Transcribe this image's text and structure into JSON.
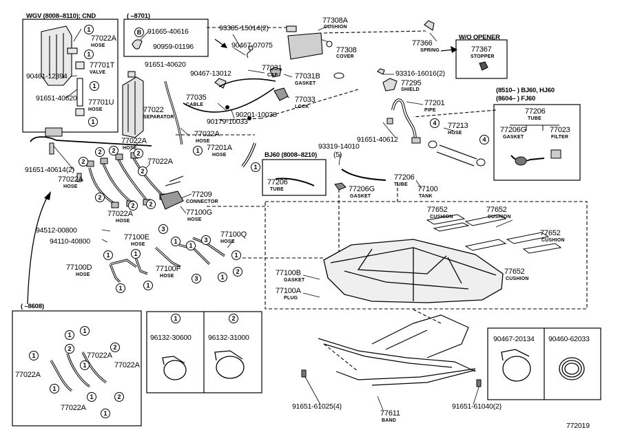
{
  "diagram_id": "772019",
  "labels": {
    "wgv_header": "WGV (8008–8110); CND",
    "top_paren": "(        –8701)",
    "b_code": "91665-40616",
    "p_90959": "90959-01196",
    "p_91651_40620a": "91651-40620",
    "p_93385": "93385-15014(2)",
    "p_90467_07075": "90467-07075",
    "p_77308A": "77308A",
    "p_77308A_sub": "CUSHION",
    "p_77308": "77308",
    "p_77308_sub": "COVER",
    "p_77366": "77366",
    "p_77366_sub": "SPRING",
    "wo_opener": "W/O OPENER",
    "p_77367": "77367",
    "p_77367_sub": "STOPPER",
    "p_77022A_1": "77022A",
    "p_77022A_1_sub": "HOSE",
    "p_90461": "90461-12894",
    "p_77701T": "77701T",
    "p_77701T_sub": "VALVE",
    "p_91651_40620b": "91651-40620",
    "p_77701U": "77701U",
    "p_77701U_sub": "HOSE",
    "p_90467_13012": "90467-13012",
    "p_77031": "77031",
    "p_77031_sub": "CAP",
    "p_77031B": "77031B",
    "p_77031B_sub": "GASKET",
    "p_93316": "93316-16016(2)",
    "p_77295": "77295",
    "p_77295_sub": "SHIELD",
    "p_77035": "77035",
    "p_77035_sub": "CABLE",
    "p_77033": "77033",
    "p_77033_sub": "LOCK",
    "p_90201": "90201-10038",
    "p_90179": "90179-10033",
    "p_77022": "77022",
    "p_77022_sub": "SEPARATOR",
    "p_77201": "77201",
    "p_77201_sub": "PIPE",
    "p_77213": "77213",
    "p_77213_sub": "HOSE",
    "p_91651_40612": "91651-40612",
    "bj60_hdr1": "(8510–     ) BJ60, HJ60",
    "bj60_hdr2": "(8604–     ) FJ60",
    "p_77206_r": "77206",
    "p_77206_r_sub": "TUBE",
    "p_77206G_r": "77206G",
    "p_77206G_r_sub": "GASKET",
    "p_77023": "77023",
    "p_77023_sub": "FILTER",
    "p_77022A_2": "77022A",
    "p_77022A_2_sub": "HOSE",
    "p_77022A_3": "77022A",
    "p_77022A_3_sub": "HOSE",
    "p_77201A": "77201A",
    "p_77201A_sub": "HOSE",
    "p_93319": "93319-14010",
    "p_93319_q": "(5)",
    "p_77022A_4": "77022A",
    "p_91651_40614": "91651-40614(2)",
    "p_77022A_5": "77022A",
    "p_77022A_5_sub": "HOSE",
    "bj60_box_hdr": "BJ60 (8008–8210)",
    "p_77206_b": "77206",
    "p_77206_b_sub": "TUBE",
    "p_77206G_b": "77206G",
    "p_77206G_b_sub": "GASKET",
    "p_77206_m": "77206",
    "p_77206_m_sub": "TUBE",
    "p_77100": "77100",
    "p_77100_sub": "TANK",
    "p_77209": "77209",
    "p_77209_sub": "CONNECTOR",
    "p_77100G": "77100G",
    "p_77100G_sub": "HOSE",
    "p_77022A_6": "77022A",
    "p_77022A_6_sub": "HOSE",
    "p_94512": "94512-00800",
    "p_94110": "94110-40800",
    "p_77100E": "77100E",
    "p_77100E_sub": "HOSE",
    "p_77100Q": "77100Q",
    "p_77100Q_sub": "HOSE",
    "p_77100D": "77100D",
    "p_77100D_sub": "HOSE",
    "p_77100F": "77100F",
    "p_77100F_sub": "HOSE",
    "p_77652_1": "77652",
    "p_77652_1_sub": "CUSHION",
    "p_77652_2": "77652",
    "p_77652_2_sub": "CUSHION",
    "p_77652_3": "77652",
    "p_77652_3_sub": "CUSHION",
    "p_77652_4": "77652",
    "p_77652_4_sub": "CUSHION",
    "p_77100B": "77100B",
    "p_77100B_sub": "GASKET",
    "p_77100A": "77100A",
    "p_77100A_sub": "PLUG",
    "bl_paren": "(        –8608)",
    "bl_77022A_1": "77022A",
    "bl_77022A_2": "77022A",
    "bl_77022A_3": "77022A",
    "bl_77022A_4": "77022A",
    "clamp1_part": "96132-30600",
    "clamp2_part": "96132-31000",
    "br_part1": "90467-20134",
    "br_part2": "90460-62033",
    "p_91651_61025": "91651-61025(4)",
    "p_77611": "77611",
    "p_77611_sub": "BAND",
    "p_91651_61040": "91651-61040(2)"
  },
  "markers": {
    "one": "1",
    "two": "2",
    "three": "3",
    "four": "4",
    "b": "B"
  }
}
